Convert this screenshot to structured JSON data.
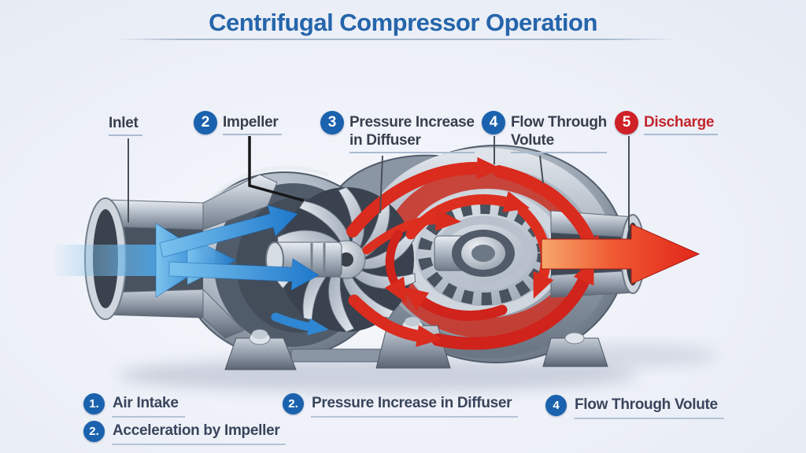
{
  "title": "Centrifugal Compressor Operation",
  "callouts": [
    {
      "num": "",
      "line1": "Inlet",
      "line2": ""
    },
    {
      "num": "2",
      "line1": "Impeller",
      "line2": ""
    },
    {
      "num": "3",
      "line1": "Pressure Increase",
      "line2": "in Diffuser"
    },
    {
      "num": "4",
      "line1": "Flow Through",
      "line2": "Volute"
    },
    {
      "num": "5",
      "line1": "Discharge",
      "line2": ""
    }
  ],
  "legend": [
    {
      "num": "1.",
      "label": "Air Intake"
    },
    {
      "num": "2.",
      "label": "Acceleration by Impeller"
    },
    {
      "num": "2.",
      "label": "Pressure Increase in Diffuser"
    },
    {
      "num": "4",
      "label": "Flow Through Volute"
    }
  ],
  "colors": {
    "title_blue": "#2565ab",
    "badge_blue": "#1b62ae",
    "badge_red": "#cf2127",
    "label_text": "#38404e",
    "underline": "#a9bcd2",
    "inlet_flow_blue": "#1e78cb",
    "discharge_flow_red": "#d92b1e",
    "metal_gray": "#8d98a7",
    "background": "#eef1f8"
  }
}
